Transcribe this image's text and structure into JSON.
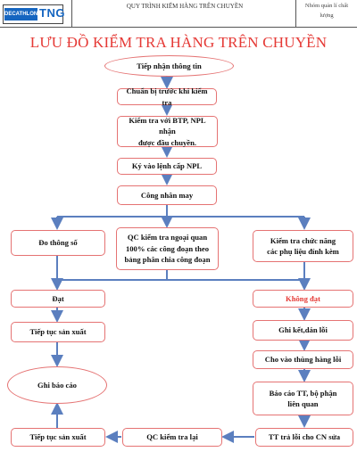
{
  "header": {
    "logo_brand": "DECATHLON",
    "logo_company": "TNG",
    "doc_title": "QUY TRÌNH KIỂM HÀNG TRÊN CHUYỀN",
    "dept_line1": "Nhóm quản lí chất",
    "dept_line2": "lượng"
  },
  "title": "LƯU ĐỒ KIỂM TRA HÀNG TRÊN CHUYỀN",
  "colors": {
    "title": "#e53935",
    "border": "#e57373",
    "arrow": "#5b7fbf",
    "logo": "#1565c0"
  },
  "nodes": {
    "receive_info": "Tiếp nhận thông tin",
    "prepare": "Chuẩn bị trước khi kiểm tra",
    "check_btp_1": "Kiểm tra với BTP, NPL nhận",
    "check_btp_2": "được đầu chuyền.",
    "sign_npl": "Ký vào lệnh cấp NPL",
    "worker_sew": "Công nhân may",
    "measure": "Đo thông số",
    "qc_1": "QC kiểm tra ngoại quan",
    "qc_2": "100% các công đoạn theo",
    "qc_3": "bảng phân chia công đoạn",
    "func_1": "Kiểm tra chức năng",
    "func_2": "các phụ liệu đính kèm",
    "pass": "Đạt",
    "fail": "Không đạt",
    "continue_1": "Tiếp tục sản xuất",
    "record_error": "Ghi kết,dán lỗi",
    "error_bin": "Cho vào thùng hàng lỗi",
    "report_1": "Báo cáo TT, bộ phận",
    "report_2": "liên quan",
    "report_note": "Ghi báo cáo",
    "continue_2": "Tiếp tục sản xuất",
    "qc_recheck": "QC kiểm tra lại",
    "return_fix": "TT trả lỗi cho CN sửa"
  }
}
